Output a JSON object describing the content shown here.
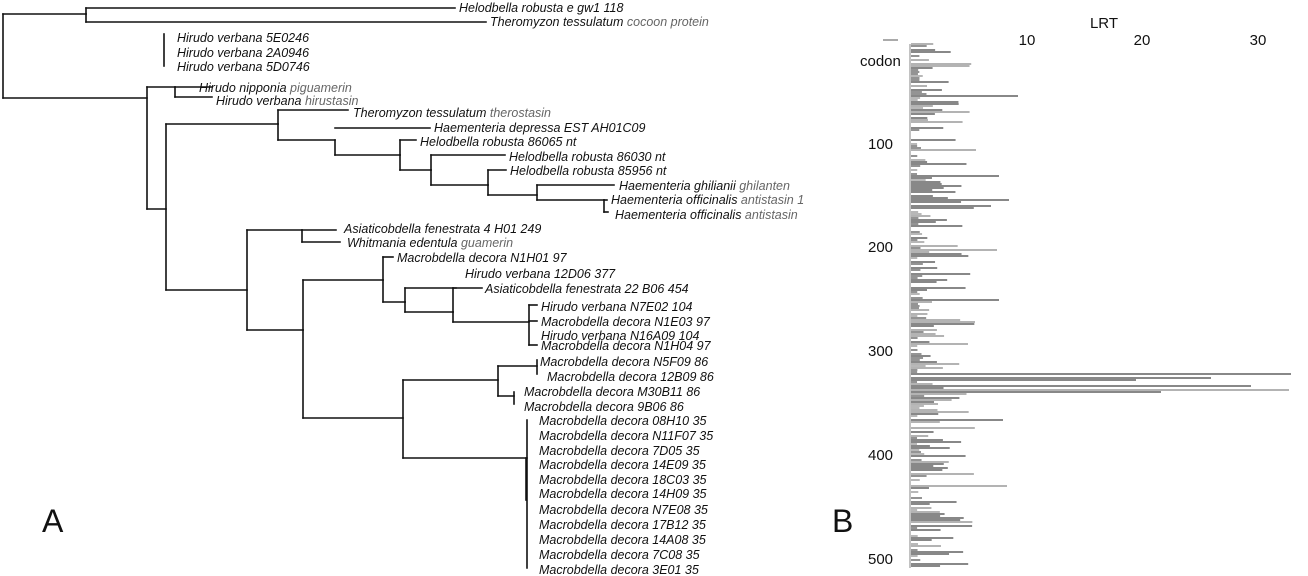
{
  "panel_a": {
    "label": "A",
    "leaves": [
      {
        "text": "Helodbella robusta e gw1 118",
        "protein": ""
      },
      {
        "text": "Theromyzon tessulatum",
        "protein": "cocoon protein"
      },
      {
        "text": "Hirudo verbana 5E0246",
        "protein": ""
      },
      {
        "text": "Hirudo verbana 2A0946",
        "protein": ""
      },
      {
        "text": "Hirudo verbana 5D0746",
        "protein": ""
      },
      {
        "text": "Hirudo nipponia",
        "protein": "piguamerin"
      },
      {
        "text": "Hirudo verbana",
        "protein": "hirustasin"
      },
      {
        "text": "Theromyzon tessulatum",
        "protein": "therostasin"
      },
      {
        "text": "Haementeria depressa EST AH01C09",
        "protein": ""
      },
      {
        "text": "Helodbella robusta 86065 nt",
        "protein": ""
      },
      {
        "text": "Helodbella robusta 86030 nt",
        "protein": ""
      },
      {
        "text": "Helodbella robusta 85956 nt",
        "protein": ""
      },
      {
        "text": "Haementeria ghilianii",
        "protein": "ghilanten"
      },
      {
        "text": "Haementeria officinalis",
        "protein": "antistasin 1"
      },
      {
        "text": "Haementeria officinalis",
        "protein": "antistasin"
      },
      {
        "text": "Asiaticobdella fenestrata 4 H01 249",
        "protein": ""
      },
      {
        "text": "Whitmania edentula",
        "protein": "guamerin"
      },
      {
        "text": "Macrobdella decora N1H01 97",
        "protein": ""
      },
      {
        "text": "Hirudo verbana 12D06 377",
        "protein": ""
      },
      {
        "text": "Asiaticobdella fenestrata 22 B06 454",
        "protein": ""
      },
      {
        "text": "Hirudo verbana N7E02 104",
        "protein": ""
      },
      {
        "text": "Macrobdella decora N1E03 97",
        "protein": ""
      },
      {
        "text": "Hirudo verbana N16A09 104",
        "protein": ""
      },
      {
        "text": "Macrobdella decora N1H04 97",
        "protein": ""
      },
      {
        "text": "Macrobdella decora N5F09 86",
        "protein": ""
      },
      {
        "text": "Macrobdella decora 12B09 86",
        "protein": ""
      },
      {
        "text": "Macrobdella decora M30B11 86",
        "protein": ""
      },
      {
        "text": "Macrobdella decora  9B06 86",
        "protein": ""
      },
      {
        "text": "Macrobdella decora 08H10 35",
        "protein": ""
      },
      {
        "text": "Macrobdella decora N11F07 35",
        "protein": ""
      },
      {
        "text": "Macrobdella decora 7D05 35",
        "protein": ""
      },
      {
        "text": "Macrobdella decora 14E09 35",
        "protein": ""
      },
      {
        "text": "Macrobdella decora 18C03 35",
        "protein": ""
      },
      {
        "text": "Macrobdella decora 14H09 35",
        "protein": ""
      },
      {
        "text": "Macrobdella decora  N7E08 35",
        "protein": ""
      },
      {
        "text": "Macrobdella decora 17B12 35",
        "protein": ""
      },
      {
        "text": "Macrobdella decora 14A08 35",
        "protein": ""
      },
      {
        "text": "Macrobdella decora 7C08 35",
        "protein": ""
      },
      {
        "text": "Macrobdella decora 3E01 35",
        "protein": ""
      }
    ]
  },
  "panel_b": {
    "label": "B",
    "title": "LRT",
    "codon_label": "codon",
    "x_ticks": [
      "10",
      "20",
      "30"
    ],
    "y_ticks": [
      "100",
      "200",
      "300",
      "400",
      "500"
    ],
    "colors": {
      "black": "#111111",
      "grey": "#9a9a9a"
    }
  }
}
